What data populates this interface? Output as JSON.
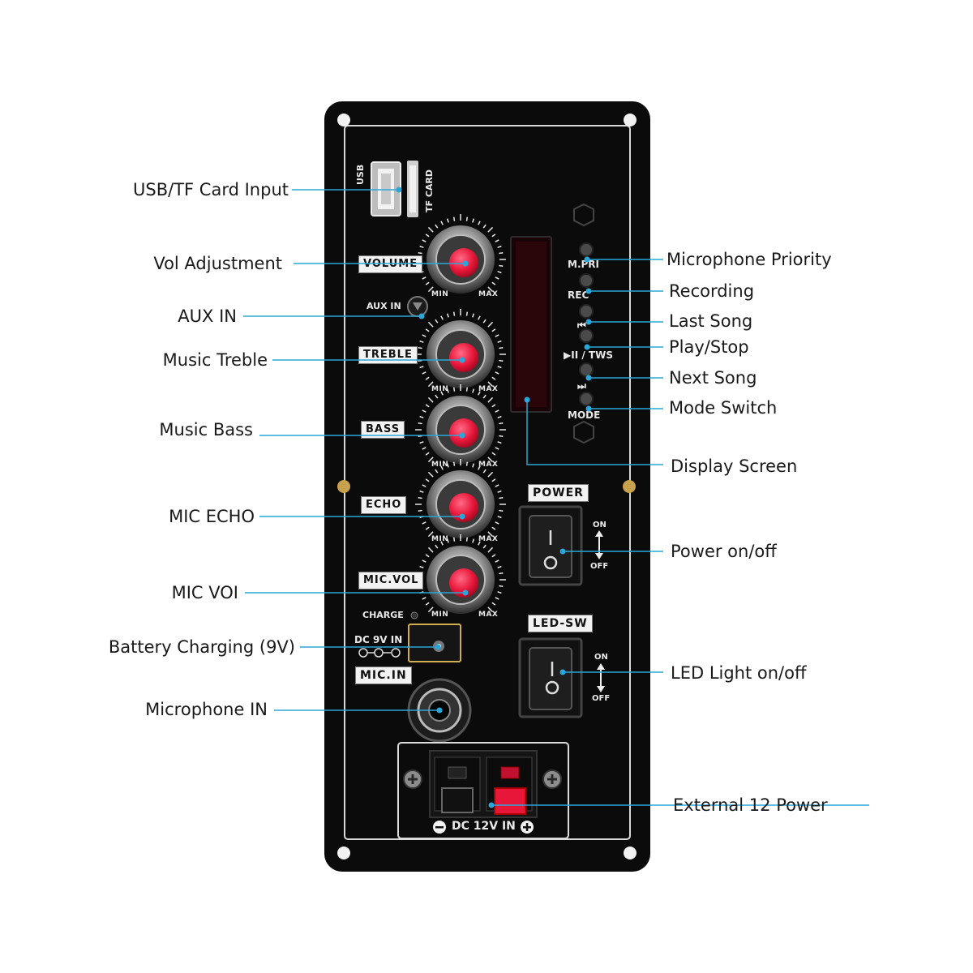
{
  "panel": {
    "usb_label": "USB",
    "tf_label": "TF CARD",
    "aux_label": "AUX IN",
    "charge_label": "CHARGE",
    "dc9_label": "DC 9V IN",
    "micin_label": "MIC.IN",
    "power_label": "POWER",
    "ledsw_label": "LED-SW",
    "on_label": "ON",
    "off_label": "OFF",
    "dc12_label": "DC 12V IN",
    "min_label": "MIN",
    "max_label": "MAX",
    "knobs": [
      {
        "label": "VOLUME"
      },
      {
        "label": "TREBLE"
      },
      {
        "label": "BASS"
      },
      {
        "label": "ECHO"
      },
      {
        "label": "MIC.VOL"
      }
    ],
    "buttons": [
      {
        "label": "M.PRI"
      },
      {
        "label": "REC"
      },
      {
        "label": "⏮"
      },
      {
        "label": "▶II / TWS"
      },
      {
        "label": "⏭"
      },
      {
        "label": "MODE"
      }
    ]
  },
  "callouts_left": [
    {
      "text": "USB/TF Card Input"
    },
    {
      "text": "Vol Adjustment"
    },
    {
      "text": "AUX IN"
    },
    {
      "text": "Music Treble"
    },
    {
      "text": "Music Bass"
    },
    {
      "text": "MIC ECHO"
    },
    {
      "text": "MIC VOI"
    },
    {
      "text": "Battery Charging (9V)"
    },
    {
      "text": "Microphone IN"
    }
  ],
  "callouts_right": [
    {
      "text": "Microphone Priority"
    },
    {
      "text": "Recording"
    },
    {
      "text": "Last Song"
    },
    {
      "text": "Play/Stop"
    },
    {
      "text": "Next Song"
    },
    {
      "text": "Mode Switch"
    },
    {
      "text": "Display Screen"
    },
    {
      "text": "Power on/off"
    },
    {
      "text": "LED Light on/off"
    },
    {
      "text": "External 12 Power"
    }
  ],
  "colors": {
    "panel": "#0b0b0b",
    "knob_cap": "#e8173a",
    "leader": "#2aa7d8",
    "terminal_red": "#e8173a"
  }
}
